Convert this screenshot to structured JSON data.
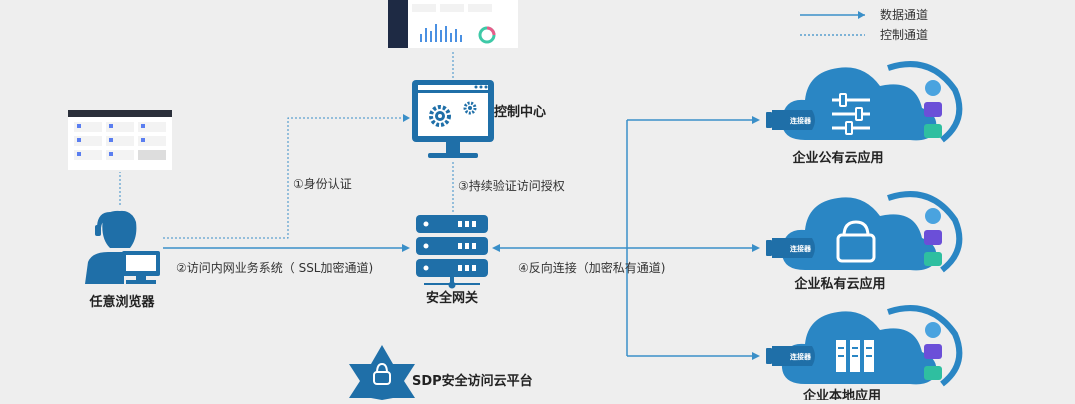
{
  "legend": {
    "data_channel": "数据通道",
    "control_channel": "控制通道"
  },
  "nodes": {
    "control_center": "控制中心",
    "gateway": "安全网关",
    "browser": "任意浏览器",
    "public_cloud": "企业公有云应用",
    "private_cloud": "企业私有云应用",
    "local_app": "企业本地应用"
  },
  "edges": {
    "auth": "①身份认证",
    "access": "②访问内网业务系统（ SSL加密通道)",
    "verify": "③持续验证访问授权",
    "reverse": "④反向连接（加密私有通道)"
  },
  "connector_label": "连接器",
  "platform": "SDP安全访问云平台",
  "colors": {
    "primary": "#1f6fa8",
    "line": "#3a8fc8",
    "cloud": "#2a86c4",
    "globe": "#4aa3df",
    "terminal": "#6b4fd8",
    "monitor": "#2fbfa0"
  }
}
